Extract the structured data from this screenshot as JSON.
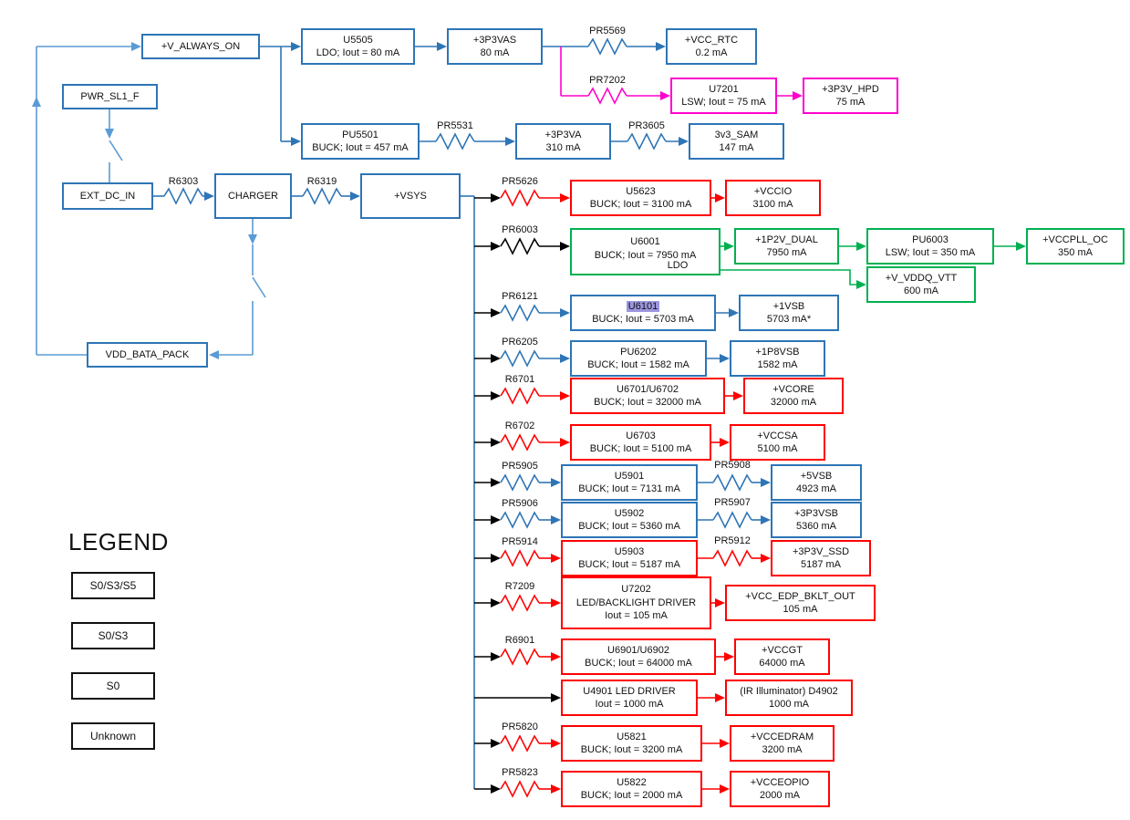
{
  "colors": {
    "blue": "#2E75B6",
    "lblue": "#5B9BD5",
    "green": "#00B050",
    "red": "#FF0000",
    "mag": "#FF00CC",
    "highlight": "#9C95E0"
  },
  "legend": {
    "title": "LEGEND",
    "items": [
      {
        "label": "S0/S3/S5",
        "color": "blue"
      },
      {
        "label": "S0/S3",
        "color": "green"
      },
      {
        "label": "S0",
        "color": "red"
      },
      {
        "label": "Unknown",
        "color": "mag"
      }
    ]
  },
  "labels": {
    "ldo": "LDO"
  },
  "resistors": {
    "r6303": "R6303",
    "r6319": "R6319",
    "pr5569": "PR5569",
    "pr7202": "PR7202",
    "pr5531": "PR5531",
    "pr3605": "PR3605",
    "pr5626": "PR5626",
    "pr6003": "PR6003",
    "pr6121": "PR6121",
    "pr6205": "PR6205",
    "r6701": "R6701",
    "r6702": "R6702",
    "pr5905": "PR5905",
    "pr5908": "PR5908",
    "pr5906": "PR5906",
    "pr5907": "PR5907",
    "pr5914": "PR5914",
    "pr5912": "PR5912",
    "r7209": "R7209",
    "r6901": "R6901",
    "pr5820": "PR5820",
    "pr5823": "PR5823"
  },
  "nodes": {
    "v_always_on": [
      "+V_ALWAYS_ON"
    ],
    "pwr_sl1_f": [
      "PWR_SL1_F"
    ],
    "ext_dc_in": [
      "EXT_DC_IN"
    ],
    "charger": [
      "CHARGER"
    ],
    "vsys": [
      "+VSYS"
    ],
    "vdd_bata_pack": [
      "VDD_BATA_PACK"
    ],
    "u5505": [
      "U5505",
      "LDO; Iout = 80 mA"
    ],
    "p3p3vas": [
      "+3P3VAS",
      "80 mA"
    ],
    "vcc_rtc": [
      "+VCC_RTC",
      "0.2 mA"
    ],
    "u7201": [
      "U7201",
      "LSW; Iout = 75 mA"
    ],
    "p3p3v_hpd": [
      "+3P3V_HPD",
      "75 mA"
    ],
    "pu5501": [
      "PU5501",
      "BUCK; Iout = 457 mA"
    ],
    "p3p3va": [
      "+3P3VA",
      "310 mA"
    ],
    "v3v3_sam": [
      "3v3_SAM",
      "147 mA"
    ],
    "u5623": [
      "U5623",
      "BUCK; Iout = 3100 mA"
    ],
    "vccio": [
      "+VCCIO",
      "3100 mA"
    ],
    "u6001": [
      "U6001",
      "BUCK; Iout = 7950 mA"
    ],
    "p1p2v_dual": [
      "+1P2V_DUAL",
      "7950 mA"
    ],
    "pu6003": [
      "PU6003",
      "LSW; Iout = 350 mA"
    ],
    "vccpll_oc": [
      "+VCCPLL_OC",
      "350 mA"
    ],
    "v_vddq_vtt": [
      "+V_VDDQ_VTT",
      "600 mA"
    ],
    "u6101": [
      "U6101",
      "BUCK; Iout = 5703 mA"
    ],
    "p1vsb": [
      "+1VSB",
      "5703 mA*"
    ],
    "pu6202": [
      "PU6202",
      "BUCK; Iout = 1582 mA"
    ],
    "p1p8vsb": [
      "+1P8VSB",
      "1582 mA"
    ],
    "u6701_u6702": [
      "U6701/U6702",
      "BUCK; Iout = 32000 mA"
    ],
    "vcore": [
      "+VCORE",
      "32000 mA"
    ],
    "u6703": [
      "U6703",
      "BUCK; Iout = 5100 mA"
    ],
    "vccsa": [
      "+VCCSA",
      "5100 mA"
    ],
    "u5901": [
      "U5901",
      "BUCK; Iout = 7131 mA"
    ],
    "p5vsb": [
      "+5VSB",
      "4923 mA"
    ],
    "u5902": [
      "U5902",
      "BUCK; Iout = 5360 mA"
    ],
    "p3p3vsb": [
      "+3P3VSB",
      "5360 mA"
    ],
    "u5903": [
      "U5903",
      "BUCK; Iout = 5187 mA"
    ],
    "p3p3v_ssd": [
      "+3P3V_SSD",
      "5187 mA"
    ],
    "u7202": [
      "U7202",
      "LED/BACKLIGHT DRIVER",
      "Iout = 105 mA"
    ],
    "vcc_edp_bklt_out": [
      "+VCC_EDP_BKLT_OUT",
      "105 mA"
    ],
    "u6901_u6902": [
      "U6901/U6902",
      "BUCK; Iout = 64000 mA"
    ],
    "vccgt": [
      "+VCCGT",
      "64000 mA"
    ],
    "u4901": [
      "U4901 LED DRIVER",
      "Iout = 1000 mA"
    ],
    "d4902": [
      "(IR Illuminator) D4902",
      "1000 mA"
    ],
    "u5821": [
      "U5821",
      "BUCK; Iout = 3200 mA"
    ],
    "vccedram": [
      "+VCCEDRAM",
      "3200 mA"
    ],
    "u5822": [
      "U5822",
      "BUCK; Iout = 2000 mA"
    ],
    "vcceopio": [
      "+VCCEOPIO",
      "2000 mA"
    ]
  }
}
